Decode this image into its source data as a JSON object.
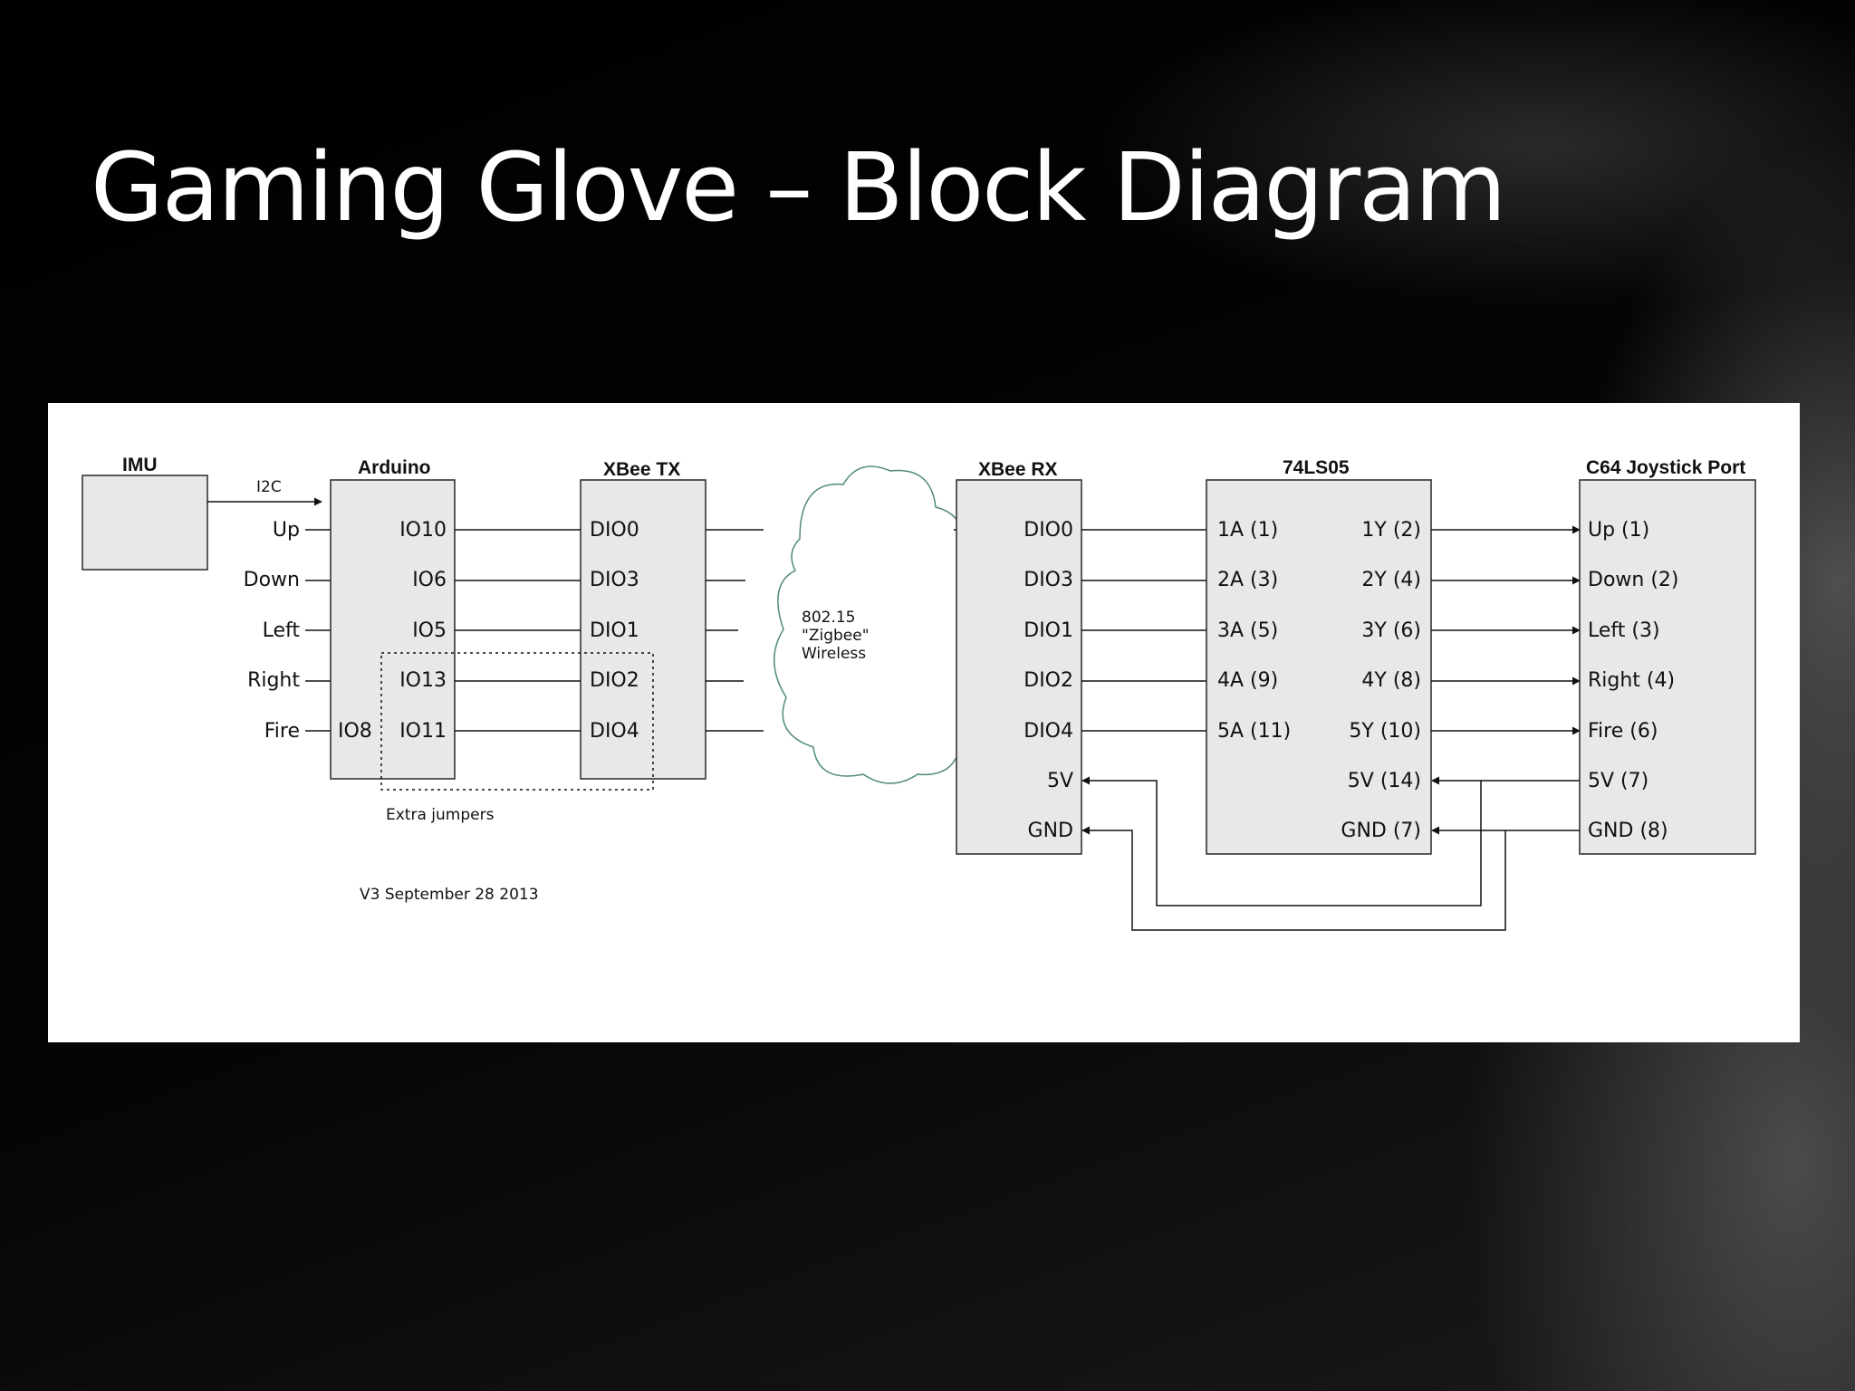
{
  "slide": {
    "title": "Gaming Glove – Block Diagram"
  },
  "diagram": {
    "blocks": {
      "imu": {
        "title": "IMU"
      },
      "arduino": {
        "title": "Arduino",
        "pins": [
          "IO10",
          "IO6",
          "IO5",
          "IO13",
          "IO11"
        ],
        "extra_pin": "IO8"
      },
      "xbee_tx": {
        "title": "XBee TX",
        "pins": [
          "DIO0",
          "DIO3",
          "DIO1",
          "DIO2",
          "DIO4"
        ]
      },
      "xbee_rx": {
        "title": "XBee RX",
        "pins": [
          "DIO0",
          "DIO3",
          "DIO1",
          "DIO2",
          "DIO4",
          "5V",
          "GND"
        ]
      },
      "ls05": {
        "title": "74LS05",
        "inputs": [
          "1A (1)",
          "2A (3)",
          "3A (5)",
          "4A (9)",
          "5A (11)"
        ],
        "outputs": [
          "1Y (2)",
          "2Y (4)",
          "3Y (6)",
          "4Y (8)",
          "5Y (10)",
          "5V (14)",
          "GND (7)"
        ]
      },
      "joystick": {
        "title": "C64 Joystick Port",
        "pins": [
          "Up (1)",
          "Down (2)",
          "Left (3)",
          "Right (4)",
          "Fire (6)",
          "5V (7)",
          "GND (8)"
        ]
      }
    },
    "inputs": [
      "Up",
      "Down",
      "Left",
      "Right",
      "Fire"
    ],
    "i2c_label": "I2C",
    "wireless": [
      "802.15",
      "\"Zigbee\"",
      "Wireless"
    ],
    "extra_jumpers_label": "Extra jumpers",
    "version_note": "V3 September 28 2013"
  }
}
